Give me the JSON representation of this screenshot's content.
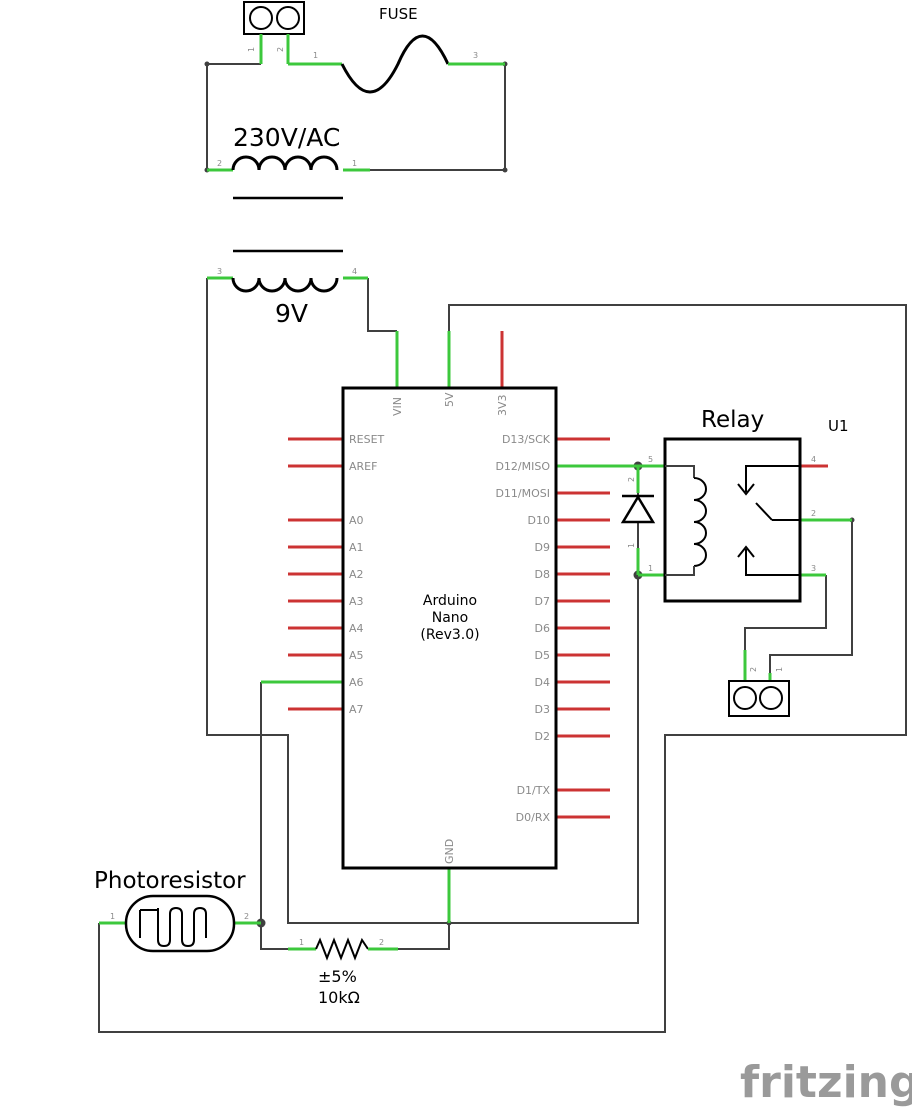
{
  "labels": {
    "fuse": "FUSE",
    "primary": "230V/AC",
    "secondary": "9V",
    "relay": "Relay",
    "u1": "U1",
    "photoresistor": "Photoresistor",
    "tolerance": "±5%",
    "resistance": "10kΩ",
    "board_line1": "Arduino",
    "board_line2": "Nano",
    "board_line3": "(Rev3.0)",
    "logo": "fritzing"
  },
  "top_pins": [
    "VIN",
    "5V",
    "3V3"
  ],
  "bottom_pin": "GND",
  "left_pins": [
    "RESET",
    "AREF",
    "A0",
    "A1",
    "A2",
    "A3",
    "A4",
    "A5",
    "A6",
    "A7"
  ],
  "right_pins": [
    "D13/SCK",
    "D12/MISO",
    "D11/MOSI",
    "D10",
    "D9",
    "D8",
    "D7",
    "D6",
    "D5",
    "D4",
    "D3",
    "D2",
    "D1/TX",
    "D0/RX"
  ],
  "pin_numbers": {
    "n1": "1",
    "n2": "2",
    "n3": "3",
    "n4": "4",
    "n5": "5"
  }
}
